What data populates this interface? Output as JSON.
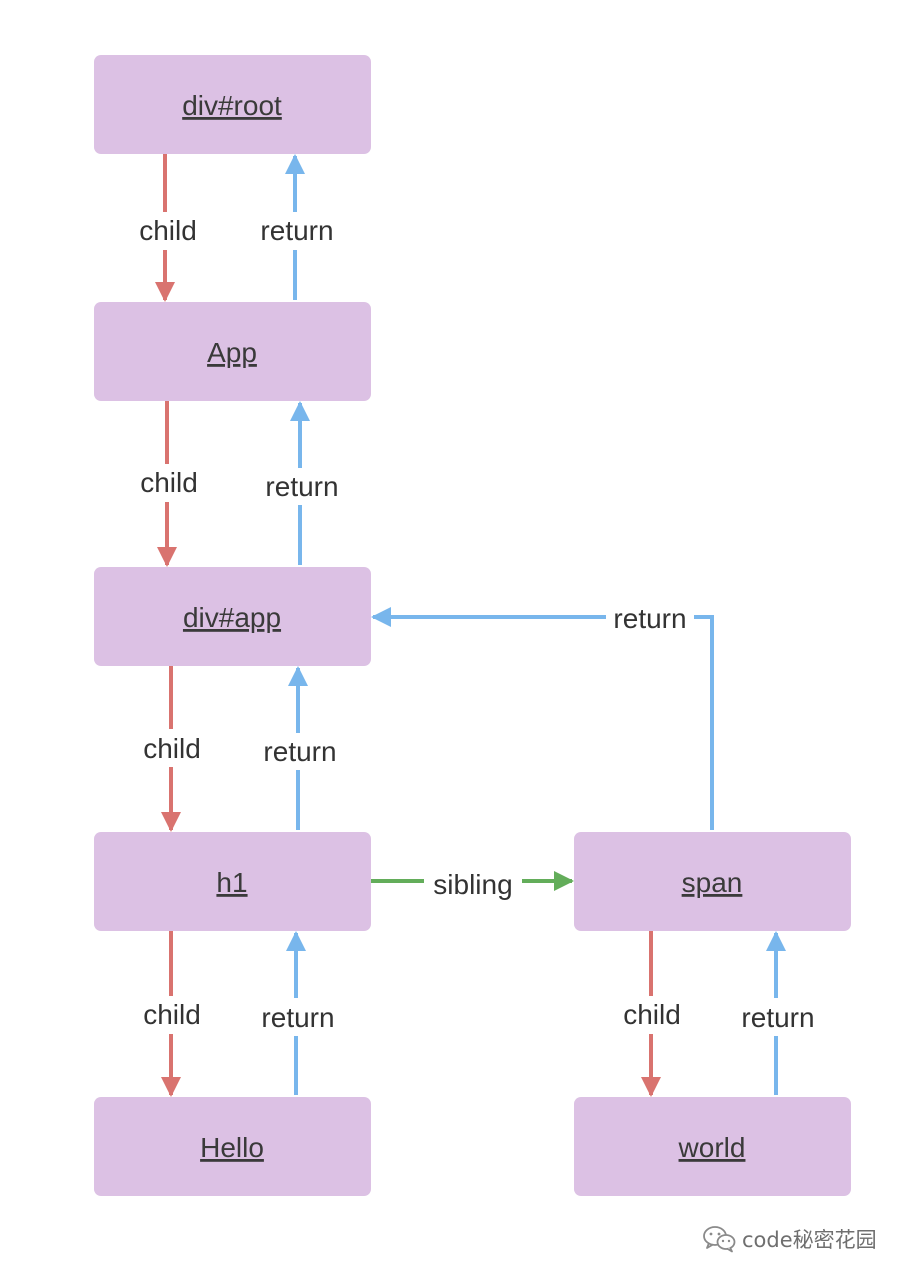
{
  "nodes": {
    "root": "div#root",
    "app": "App",
    "divapp": "div#app",
    "h1": "h1",
    "span": "span",
    "hello": "Hello",
    "world": "world"
  },
  "edge_labels": {
    "child": "child",
    "return": "return",
    "sibling": "sibling"
  },
  "colors": {
    "node_fill": "#dcc1e4",
    "child": "#d9736f",
    "return": "#78b6ec",
    "sibling": "#63ad5a"
  },
  "watermark": {
    "text": "code秘密花园",
    "icon": "wechat-icon"
  }
}
